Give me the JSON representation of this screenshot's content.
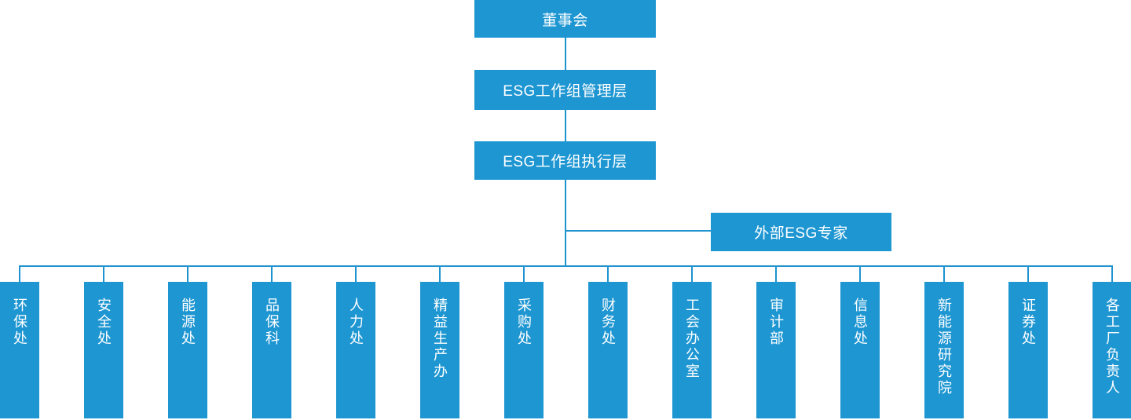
{
  "diagram": {
    "type": "org-chart",
    "background": "#FFFFFF",
    "colors": {
      "box": "#1E96D2",
      "line": "#1E93CF",
      "text": "#FFFFFF"
    },
    "nodes": {
      "board": {
        "label": "董事会"
      },
      "management": {
        "label": "ESG工作组管理层"
      },
      "execution": {
        "label": "ESG工作组执行层"
      },
      "external_expert": {
        "label": "外部ESG专家"
      }
    },
    "departments": [
      {
        "label": "环保处"
      },
      {
        "label": "安全处"
      },
      {
        "label": "能源处"
      },
      {
        "label": "品保科"
      },
      {
        "label": "人力处"
      },
      {
        "label": "精益生产办"
      },
      {
        "label": "采购处"
      },
      {
        "label": "财务处"
      },
      {
        "label": "工会办公室"
      },
      {
        "label": "审计部"
      },
      {
        "label": "信息处"
      },
      {
        "label": "新能源研究院"
      },
      {
        "label": "证券处"
      },
      {
        "label": "各工厂负责人"
      }
    ]
  }
}
